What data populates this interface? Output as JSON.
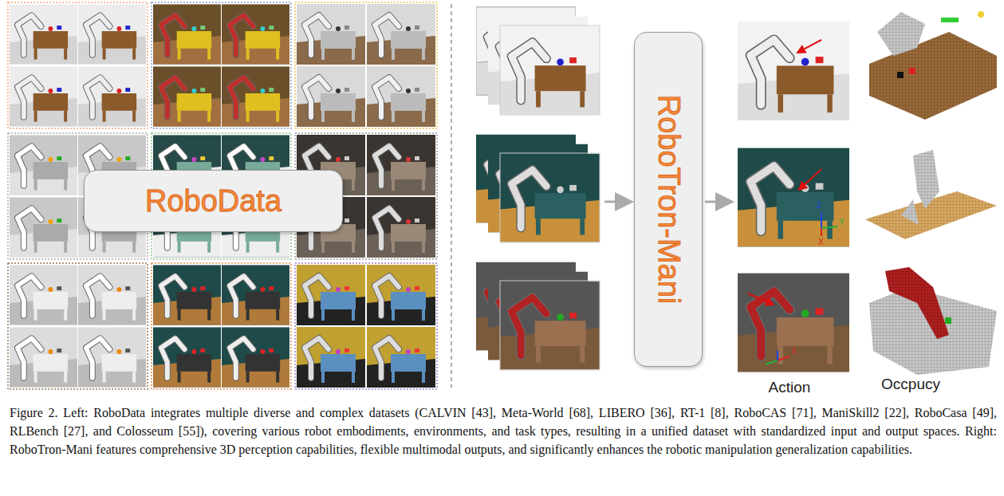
{
  "diagram": {
    "caption": "Figure 2. Left: RoboData integrates multiple diverse and complex datasets (CALVIN [43], Meta-World [68], LIBERO [36], RT-1 [8], RoboCAS [71], ManiSkill2 [22], RoboCasa [49], RLBench [27], and Colosseum [55]), covering various robot embodiments, environments, and task types, resulting in a unified dataset with standardized input and output spaces. Right: RoboTron-Mani features comprehensive 3D perception capabilities, flexible multimodal outputs, and significantly enhances the robotic manipulation generalization capabilities.",
    "nodes": [
      {
        "text": [
          "RoboData"
        ]
      },
      {
        "text": [
          "RoboTron-Mani"
        ]
      }
    ],
    "labels": [
      "Z",
      "Y",
      "X",
      "X",
      "Action",
      "Occpucy"
    ]
  }
}
